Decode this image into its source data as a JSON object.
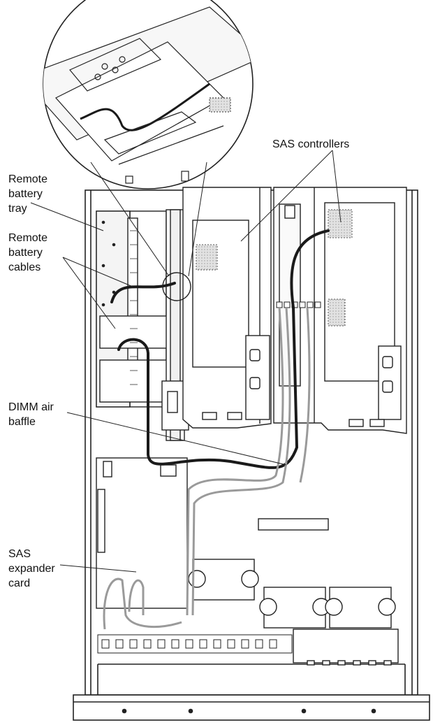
{
  "labels": {
    "sas_controllers": "SAS controllers",
    "remote_battery_tray": [
      "Remote",
      "battery",
      "tray"
    ],
    "remote_battery_cables": [
      "Remote",
      "battery",
      "cables"
    ],
    "dimm_air_baffle": [
      "DIMM air",
      "baffle"
    ],
    "sas_expander_card": [
      "SAS",
      "expander",
      "card"
    ]
  },
  "colors": {
    "outline": "#222222",
    "shade": "#c8c8c8",
    "cable_dark": "#1a1a1a",
    "cable_gray": "#9a9a9a"
  }
}
